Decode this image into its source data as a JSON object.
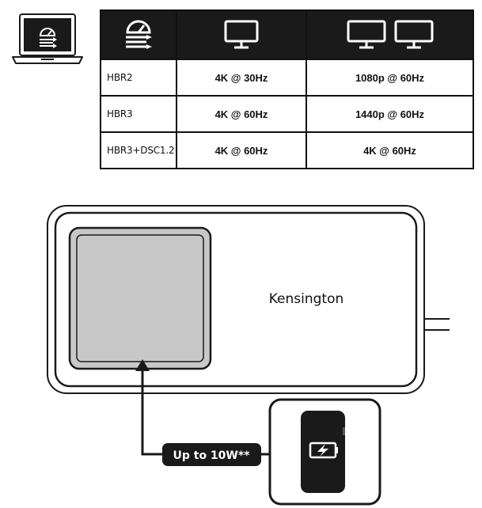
{
  "table": {
    "header_icons": [
      "dock-bandwidth-icon",
      "single-monitor-icon",
      "dual-monitor-icon"
    ],
    "rows": [
      {
        "mode": "HBR2",
        "single": "4K @ 30Hz",
        "dual": "1080p @ 60Hz"
      },
      {
        "mode": "HBR3",
        "single": "4K @ 60Hz",
        "dual": "1440p @ 60Hz"
      },
      {
        "mode": "HBR3+DSC1.2",
        "single": "4K @ 60Hz",
        "dual": "4K @ 60Hz"
      }
    ]
  },
  "dock": {
    "brand": "Kensington",
    "charging_pad_color": "#c8c8c8",
    "power_label": "Up to 10W**"
  },
  "icons": {
    "laptop": "laptop-icon",
    "phone": "phone-charging-icon",
    "arrow": "arrow-up-icon"
  },
  "colors": {
    "ink": "#1a1a1a",
    "pad": "#c8c8c8",
    "background": "#ffffff"
  }
}
